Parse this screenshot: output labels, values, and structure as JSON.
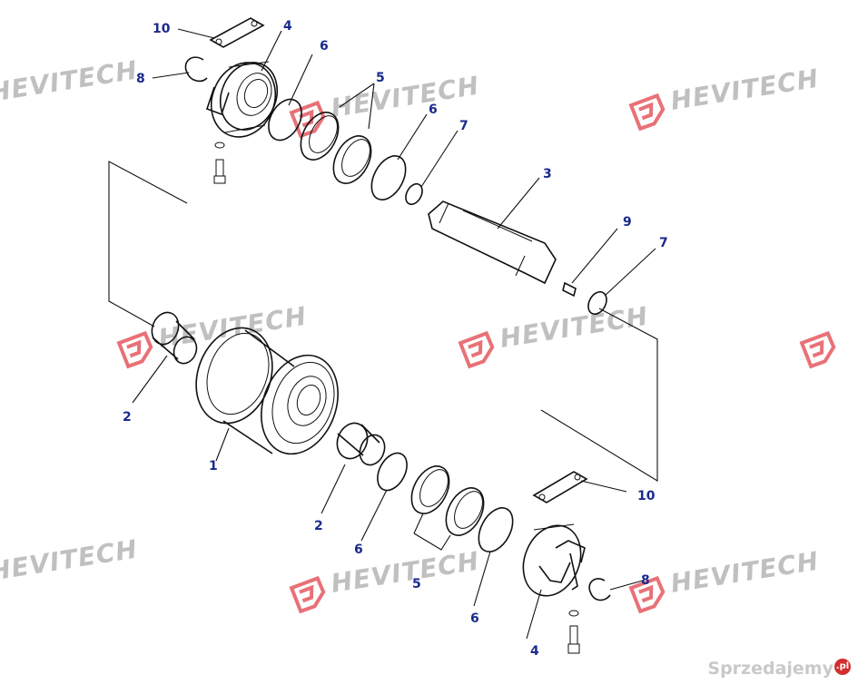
{
  "callouts": [
    {
      "id": "c10a",
      "text": "10"
    },
    {
      "id": "c4a",
      "text": "4"
    },
    {
      "id": "c8a",
      "text": "8"
    },
    {
      "id": "c6a",
      "text": "6"
    },
    {
      "id": "c5a",
      "text": "5"
    },
    {
      "id": "c6b",
      "text": "6"
    },
    {
      "id": "c7a",
      "text": "7"
    },
    {
      "id": "c3",
      "text": "3"
    },
    {
      "id": "c9",
      "text": "9"
    },
    {
      "id": "c7b",
      "text": "7"
    },
    {
      "id": "c2a",
      "text": "2"
    },
    {
      "id": "c1",
      "text": "1"
    },
    {
      "id": "c2b",
      "text": "2"
    },
    {
      "id": "c6c",
      "text": "6"
    },
    {
      "id": "c5b",
      "text": "5"
    },
    {
      "id": "c6d",
      "text": "6"
    },
    {
      "id": "c4b",
      "text": "4"
    },
    {
      "id": "c10b",
      "text": "10"
    },
    {
      "id": "c8b",
      "text": "8"
    }
  ],
  "watermark": {
    "brand": "HEVITECH",
    "brand_color": "#e0414a",
    "text_color": "#8e8e8e"
  },
  "site_mark": {
    "name": "Sprzedajemy",
    "suffix": ".pl"
  }
}
